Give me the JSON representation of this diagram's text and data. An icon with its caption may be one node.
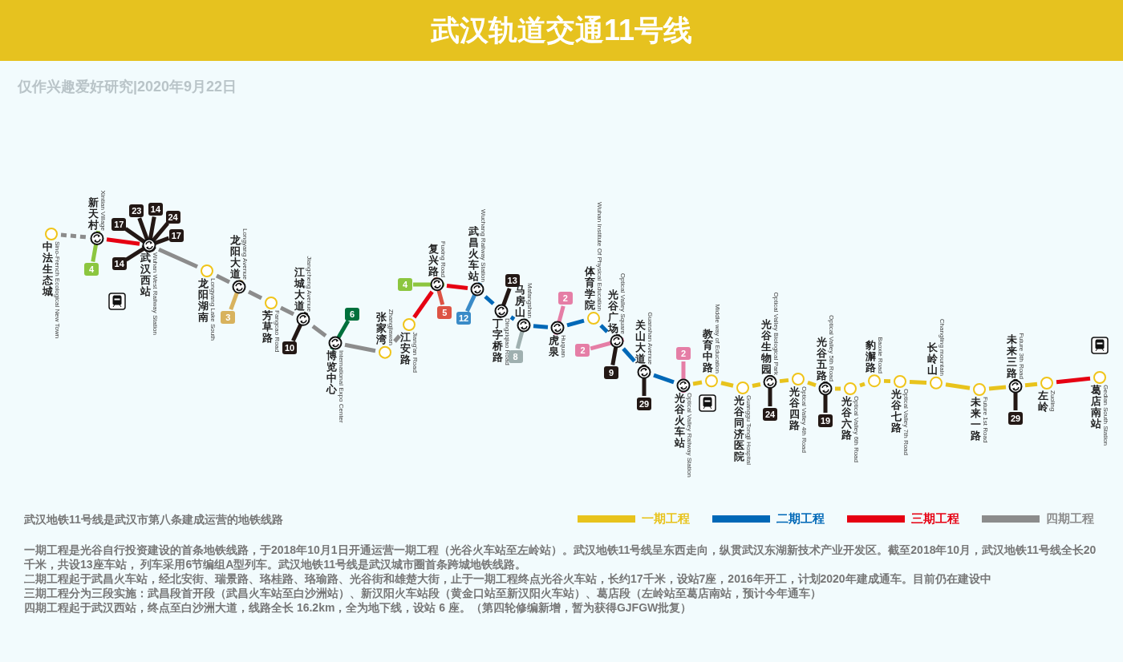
{
  "diagram": {
    "title": "武汉轨道交通11号线",
    "nodes": [
      {
        "text": [
          "中法生态城",
          "Sino-French Ecological New Town"
        ]
      },
      {
        "text": [
          "新天村",
          "Xintian Village"
        ],
        "beside": [
          "4"
        ]
      },
      {
        "text": [
          "武汉西站",
          "Wuhan West Railway Station"
        ],
        "beside": [
          "23",
          "14",
          "17",
          "24",
          "17",
          "14"
        ]
      },
      {
        "text": [
          "龙阳湖南",
          "Longyang Lake South"
        ]
      },
      {
        "text": [
          "龙阳大道",
          "Longyang Avenue"
        ],
        "beside": [
          "3"
        ]
      },
      {
        "text": [
          "芳草路",
          "Fangcao Road"
        ]
      },
      {
        "text": [
          "江城大道",
          "Jiangcheng Avenue"
        ],
        "beside": [
          "10"
        ]
      },
      {
        "text": [
          "博览中心",
          "International Expo Center"
        ],
        "beside": [
          "6"
        ]
      },
      {
        "text": [
          "张家湾",
          "Zhangjiawan"
        ]
      },
      {
        "text": [
          "江安路",
          "Jiang'an Road"
        ]
      },
      {
        "text": [
          "复兴路",
          "Fuxing Road"
        ],
        "beside": [
          "5",
          "4"
        ]
      },
      {
        "text": [
          "武昌火车站",
          "Wuchang Railway Station"
        ],
        "beside": [
          "12"
        ]
      },
      {
        "text": [
          "丁字桥路",
          "Dingziqiao Road"
        ],
        "beside": [
          "13"
        ]
      },
      {
        "text": [
          "马房山",
          "Mafangshan"
        ],
        "beside": [
          "8"
        ]
      },
      {
        "text": [
          "虎泉",
          "Huquan"
        ],
        "beside": [
          "2"
        ]
      },
      {
        "text": [
          "体育学院",
          "Wuhan Institute Of Physical Education"
        ]
      },
      {
        "text": [
          "光谷广场",
          "Optical Valley Square"
        ],
        "beside": [
          "9",
          "2"
        ]
      },
      {
        "text": [
          "关山大道",
          "Guanshan Avenue"
        ],
        "beside": [
          "29"
        ]
      },
      {
        "text": [
          "光谷火车站",
          "Optical Valley Railway Station"
        ],
        "beside": [
          "2"
        ]
      },
      {
        "text": [
          "教育中路",
          "Middle way of Education"
        ]
      },
      {
        "text": [
          "光谷同济医院",
          "Guanggu Tongji Hospital"
        ]
      },
      {
        "text": [
          "光谷生物园",
          "Optical Valley Biological Park"
        ],
        "beside": [
          "24"
        ]
      },
      {
        "text": [
          "光谷四路",
          "Optical Valley 4th Road"
        ]
      },
      {
        "text": [
          "光谷五路",
          "Optical Valley 5th Road"
        ],
        "beside": [
          "19"
        ]
      },
      {
        "text": [
          "光谷六路",
          "Optical Valley 6th Road"
        ]
      },
      {
        "text": [
          "豹澥路",
          "Baoxie Road"
        ]
      },
      {
        "text": [
          "光谷七路",
          "Optical Valley 7th Road"
        ]
      },
      {
        "text": [
          "长岭山",
          "Changling mountain"
        ]
      },
      {
        "text": [
          "未来一路",
          "Future 1st Road"
        ]
      },
      {
        "text": [
          "未来三路",
          "Future 3th Road"
        ],
        "beside": [
          "29"
        ]
      },
      {
        "text": [
          "左岭",
          "Zuoling"
        ]
      },
      {
        "text": [
          "葛店南站",
          "Gedian South Station"
        ]
      }
    ],
    "edges": [
      {
        "from": 0,
        "to": 1,
        "arrow": "none",
        "style": "dashed",
        "color": "#8c8c8c"
      },
      {
        "from": 1,
        "to": 2,
        "arrow": "none",
        "color": "#e60012"
      },
      {
        "from": 2,
        "to": 3,
        "arrow": "none",
        "color": "#8c8c8c"
      },
      {
        "from": 3,
        "to": 4,
        "arrow": "none",
        "color": "#8c8c8c"
      },
      {
        "from": 4,
        "to": 5,
        "arrow": "none",
        "color": "#8c8c8c"
      },
      {
        "from": 5,
        "to": 6,
        "arrow": "none",
        "color": "#8c8c8c"
      },
      {
        "from": 6,
        "to": 7,
        "arrow": "none",
        "color": "#8c8c8c"
      },
      {
        "from": 7,
        "to": 8,
        "arrow": "none",
        "color": "#8c8c8c"
      },
      {
        "from": 8,
        "to": 9,
        "arrow": "none",
        "color": "#8c8c8c"
      },
      {
        "from": 9,
        "to": 10,
        "arrow": "none",
        "color": "#e60012"
      },
      {
        "from": 10,
        "to": 11,
        "arrow": "none",
        "color": "#e60012"
      },
      {
        "from": 11,
        "to": 12,
        "arrow": "none",
        "color": "#0068b7"
      },
      {
        "from": 12,
        "to": 13,
        "arrow": "none",
        "color": "#0068b7"
      },
      {
        "from": 13,
        "to": 14,
        "arrow": "none",
        "color": "#0068b7"
      },
      {
        "from": 14,
        "to": 15,
        "arrow": "none",
        "color": "#0068b7"
      },
      {
        "from": 15,
        "to": 16,
        "arrow": "none",
        "color": "#0068b7"
      },
      {
        "from": 16,
        "to": 17,
        "arrow": "none",
        "color": "#0068b7"
      },
      {
        "from": 17,
        "to": 18,
        "arrow": "none",
        "color": "#0068b7"
      },
      {
        "from": 18,
        "to": 19,
        "arrow": "none"
      },
      {
        "from": 19,
        "to": 20,
        "arrow": "none"
      },
      {
        "from": 20,
        "to": 21,
        "arrow": "none"
      },
      {
        "from": 21,
        "to": 22,
        "arrow": "none"
      },
      {
        "from": 22,
        "to": 23,
        "arrow": "none"
      },
      {
        "from": 23,
        "to": 24,
        "arrow": "none"
      },
      {
        "from": 24,
        "to": 25,
        "arrow": "none"
      },
      {
        "from": 25,
        "to": 26,
        "arrow": "none"
      },
      {
        "from": 26,
        "to": 27,
        "arrow": "none"
      },
      {
        "from": 27,
        "to": 28,
        "arrow": "none"
      },
      {
        "from": 28,
        "to": 29,
        "arrow": "none"
      },
      {
        "from": 29,
        "to": 30,
        "arrow": "none"
      },
      {
        "from": 30,
        "to": 31,
        "arrow": "none",
        "color": "#e60012"
      }
    ],
    "labels": [
      "仅作兴趣爱好研究|2020年9月22日",
      "武汉地铁11号线是武汉市第八条建成运营的地铁线路",
      "一期工程是光谷自行投资建设的首条地铁线路，于2018年10月1日开通运营一期工程（光谷火车站至左岭站）。武汉地铁11号线呈东西走向，纵贯武汉东湖新技术产业开发区。截至2018年10月，武汉地铁11号线全长20千米，共设13座车站， 列车采用6节编组A型列车。武汉地铁11号线是武汉城市圈首条跨城地铁线路。",
      "二期工程起于武昌火车站，经北安街、瑞景路、珞桂路、珞瑜路、光谷街和雄楚大街，止于一期工程终点光谷火车站，长约17千米，设站7座，2016年开工，计划2020年建成通车。目前仍在建设中",
      "三期工程分为三段实施：武昌段首开段（武昌火车站至白沙洲站）、新汉阳火车站段（黄金口站至新汉阳火车站）、葛店段（左岭站至葛店南站，预计今年通车）",
      "四期工程起于武汉西站，终点至白沙洲大道，线路全长 16.2km，全为地下线，设站 6 座。（第四轮修编新增，暂为获得GJFGW批复）"
    ],
    "legend": [
      {
        "text": "一期工程",
        "color": "#e8c31c"
      },
      {
        "text": "二期工程",
        "color": "#0068b7"
      },
      {
        "text": "三期工程",
        "color": "#e60012"
      },
      {
        "text": "四期工程",
        "color": "#8c8c8c"
      }
    ]
  }
}
